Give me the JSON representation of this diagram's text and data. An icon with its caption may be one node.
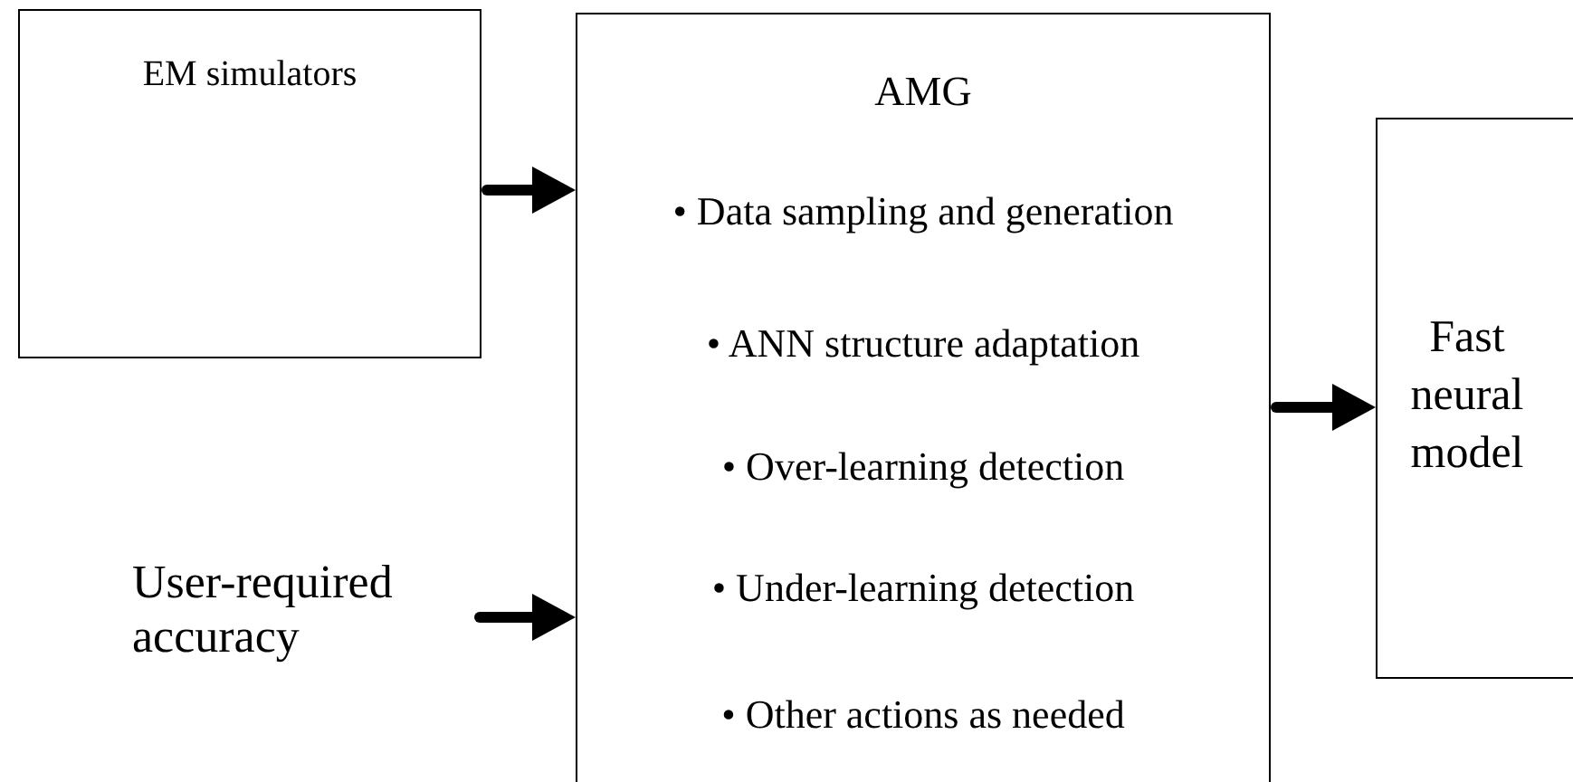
{
  "diagram": {
    "nodes": [
      {
        "text": [
          "EM simulators"
        ]
      },
      {
        "text": [
          "AMG",
          "• Data sampling and generation",
          "• ANN structure adaptation",
          "• Over-learning detection",
          "• Under-learning detection",
          "• Other actions as needed"
        ]
      },
      {
        "text": [
          "Fast neural model"
        ]
      },
      {
        "text": [
          "User-required accuracy"
        ]
      }
    ],
    "edges": [
      {
        "from": 0,
        "to": 1,
        "arrow": "to"
      },
      {
        "from": 3,
        "to": 1,
        "arrow": "to"
      },
      {
        "from": 1,
        "to": 2,
        "arrow": "to"
      }
    ]
  }
}
